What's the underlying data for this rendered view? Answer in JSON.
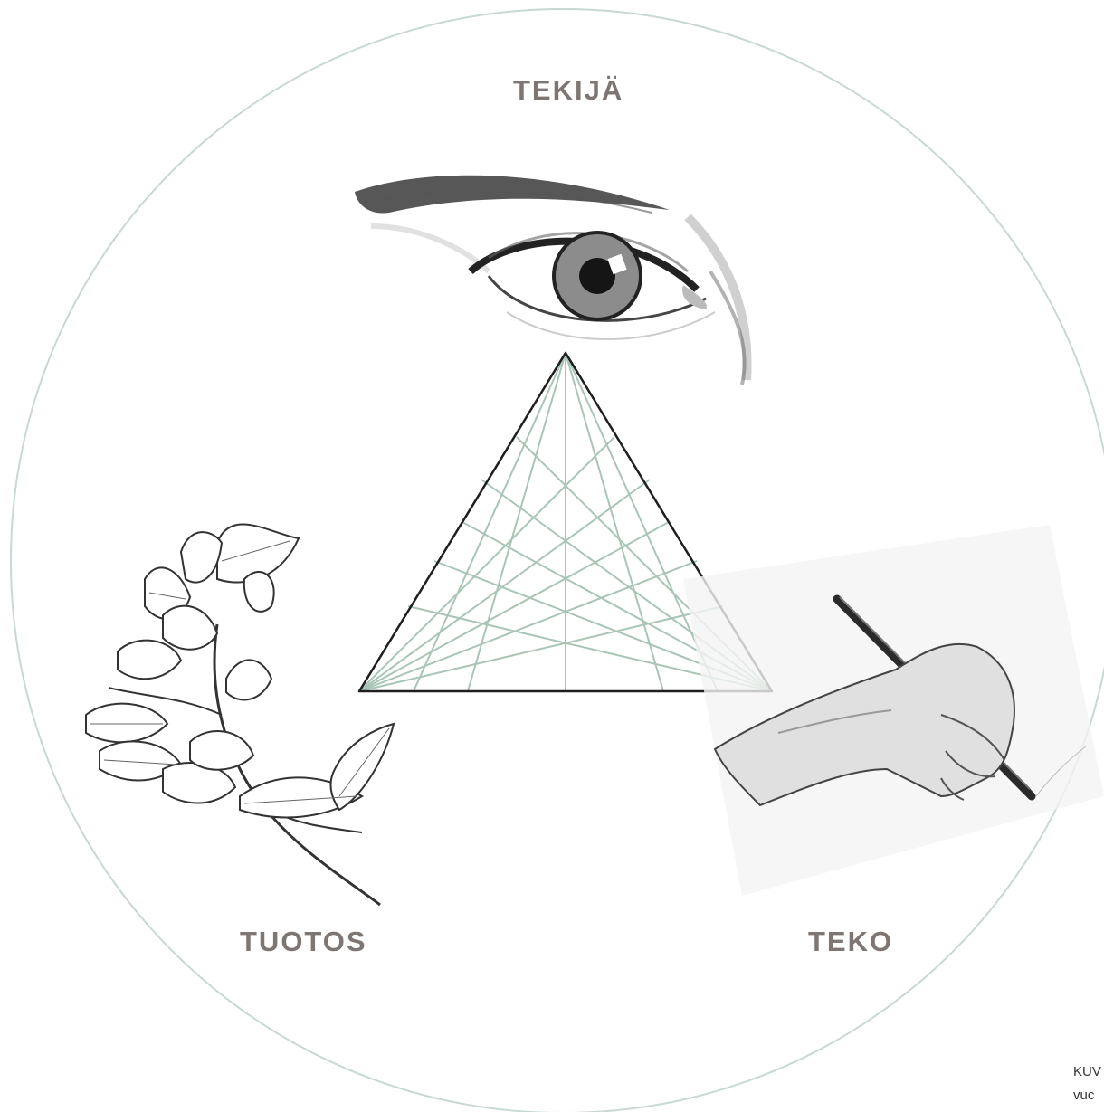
{
  "diagram": {
    "labels": {
      "top": "TEKIJÄ",
      "left": "TUOTOS",
      "right": "TEKO"
    },
    "illustrations": {
      "top": "eye-drawing",
      "left": "leafy-branch-drawing",
      "right": "hand-holding-pencil-drawing"
    },
    "caption": {
      "line1": "KUV",
      "line2": "vuc"
    }
  },
  "colors": {
    "circle": "#c9d8d1",
    "triangle_outline": "#1f1f1f",
    "triangle_lines": "#a9c5b6",
    "label_text": "#7d7673",
    "sketch": "#3a3a3a"
  }
}
